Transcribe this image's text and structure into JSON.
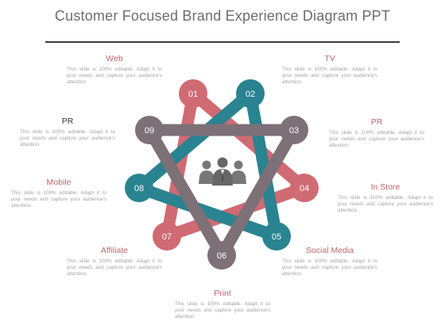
{
  "title": "Customer Focused Brand Experience Diagram PPT",
  "colors": {
    "pink": "#d06a73",
    "teal": "#2a8390",
    "gray": "#7d7077"
  },
  "nodes": [
    "01",
    "02",
    "03",
    "04",
    "05",
    "06",
    "07",
    "08",
    "09"
  ],
  "center_icon": "people-group-icon",
  "labels": {
    "web": {
      "heading": "Web",
      "body": "This slide is 100% editable. Adapt it to your needs and capture your audience's attention."
    },
    "tv": {
      "heading": "TV",
      "body": "This slide is 100% editable. Adapt it to your needs and capture your audience's attention."
    },
    "pr_left": {
      "heading": "PR",
      "body": "This slide is 100% editable. Adapt it to your needs and capture your audience's attention."
    },
    "pr_right": {
      "heading": "PR",
      "body": "This slide is 100% editable. Adapt it to your needs and capture your audience's attention."
    },
    "mobile": {
      "heading": "Mobile",
      "body": "This slide is 100% editable. Adapt it to your needs and capture your audience's attention."
    },
    "in_store": {
      "heading": "In Store",
      "body": "This slide is 100% editable. Adapt it to your needs and capture your audience's attention."
    },
    "affiliate": {
      "heading": "Affiliate",
      "body": "This slide is 100% editable. Adapt it to your needs and capture your audience's attention."
    },
    "social_media": {
      "heading": "Social Media",
      "body": "This slide is 100% editable. Adapt it to your needs and capture your audience's attention."
    },
    "print": {
      "heading": "Print",
      "body": "This slide is 100% editable. Adapt it to your needs and capture your audience's attention."
    }
  }
}
